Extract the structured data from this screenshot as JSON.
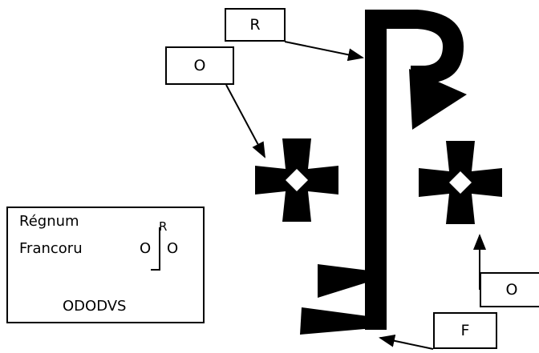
{
  "labels": {
    "r": "R",
    "o_left": "O",
    "o_right": "O",
    "f": "F"
  },
  "legend": {
    "line1": "Régnum",
    "line2": "Francoru",
    "mono_left": "O",
    "mono_right": "O",
    "mono_top": "R",
    "bottom": "ODODVS"
  },
  "colors": {
    "ink": "#000000",
    "paper": "#ffffff"
  }
}
